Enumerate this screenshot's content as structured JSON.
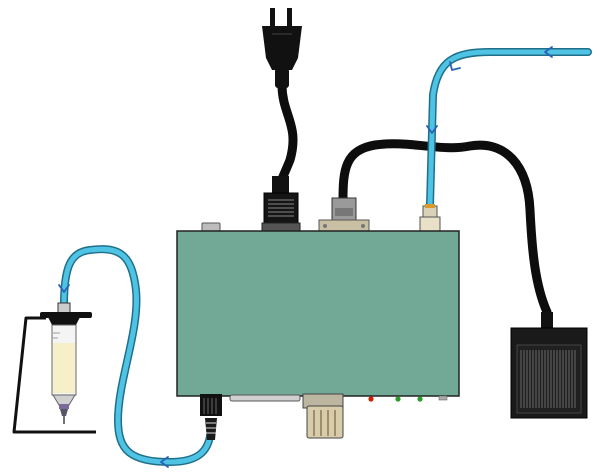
{
  "diagram": {
    "components": [
      {
        "id": "mains-plug",
        "icon": "power-plug-icon"
      },
      {
        "id": "controller-unit",
        "icon": "dispenser-controller-icon"
      },
      {
        "id": "foot-pedal",
        "icon": "foot-switch-icon"
      },
      {
        "id": "syringe-barrel",
        "icon": "syringe-icon"
      },
      {
        "id": "syringe-stand",
        "icon": "stand-icon"
      },
      {
        "id": "air-supply-hose",
        "icon": "air-hose-icon"
      },
      {
        "id": "output-air-hose",
        "icon": "air-hose-icon"
      }
    ],
    "indicator_lights": [
      {
        "name": "red-led",
        "color": "#cc2200"
      },
      {
        "name": "green-led-1",
        "color": "#2a9a2a"
      },
      {
        "name": "green-led-2",
        "color": "#2a9a2a"
      }
    ],
    "colors": {
      "body": "#72a996",
      "hose": "#4fc3e3",
      "hose_outline": "#1f6f8a",
      "arrow": "#2a62b8",
      "cable": "#0d0d0d",
      "fluid": "#f6efc8"
    }
  }
}
